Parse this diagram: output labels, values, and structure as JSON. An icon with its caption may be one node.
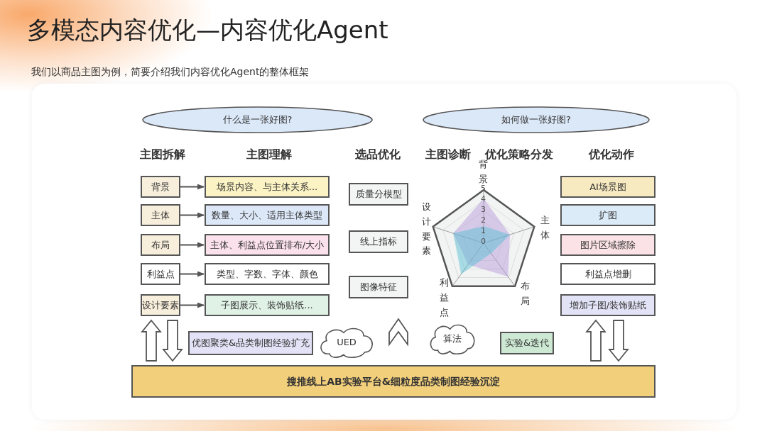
{
  "diagram": {
    "title": "多模态内容优化—内容优化Agent",
    "nodes": [
      {
        "text": [
          "什么是一张好图?"
        ]
      },
      {
        "text": [
          "如何做一张好图?"
        ]
      },
      {
        "text": [
          "背景"
        ]
      },
      {
        "text": [
          "主体"
        ]
      },
      {
        "text": [
          "布局"
        ]
      },
      {
        "text": [
          "利益点"
        ]
      },
      {
        "text": [
          "设计要素"
        ]
      },
      {
        "text": [
          "场景内容、与主体关系..."
        ]
      },
      {
        "text": [
          "数量、大小、适用主体类型"
        ]
      },
      {
        "text": [
          "主体、利益点位置排布/大小"
        ]
      },
      {
        "text": [
          "类型、字数、字体、颜色"
        ]
      },
      {
        "text": [
          "子图展示、装饰贴纸..."
        ]
      },
      {
        "text": [
          "质量分模型"
        ]
      },
      {
        "text": [
          "线上指标"
        ]
      },
      {
        "text": [
          "图像特征"
        ]
      },
      {
        "text": [
          "AI场景图"
        ]
      },
      {
        "text": [
          "扩图"
        ]
      },
      {
        "text": [
          "图片区域擦除"
        ]
      },
      {
        "text": [
          "利益点增删"
        ]
      },
      {
        "text": [
          "增加子图/装饰贴纸"
        ]
      },
      {
        "text": [
          "优图聚类&品类制图经验扩充"
        ]
      },
      {
        "text": [
          "UED"
        ]
      },
      {
        "text": [
          "算法"
        ]
      },
      {
        "text": [
          "实验&迭代"
        ]
      },
      {
        "text": [
          "搜推线上AB实验平台&细粒度品类制图经验沉淀"
        ]
      }
    ],
    "edges": [
      {
        "from": 2,
        "to": 7,
        "arrow": "to"
      },
      {
        "from": 3,
        "to": 8,
        "arrow": "to"
      },
      {
        "from": 4,
        "to": 9,
        "arrow": "to"
      },
      {
        "from": 5,
        "to": 10,
        "arrow": "to"
      },
      {
        "from": 6,
        "to": 11,
        "arrow": "to"
      },
      {
        "from": 24,
        "to": 6,
        "arrow": "to",
        "style": "thick"
      },
      {
        "from": 6,
        "to": 24,
        "arrow": "to",
        "style": "thick"
      },
      {
        "from": 24,
        "to": 14,
        "arrow": "to",
        "style": "thick"
      },
      {
        "from": 24,
        "to": 19,
        "arrow": "to",
        "style": "thick"
      },
      {
        "from": 19,
        "to": 24,
        "arrow": "to",
        "style": "thick"
      }
    ],
    "labels": [
      "我们以商品主图为例，简要介绍我们内容优化Agent的整体框架",
      "主图拆解",
      "主图理解",
      "选品优化",
      "主图诊断",
      "优化策略分发",
      "优化动作",
      "背景",
      "5",
      "4",
      "3",
      "2",
      "1",
      "0",
      "设计要素",
      "主体",
      "布局",
      "利益点"
    ]
  }
}
